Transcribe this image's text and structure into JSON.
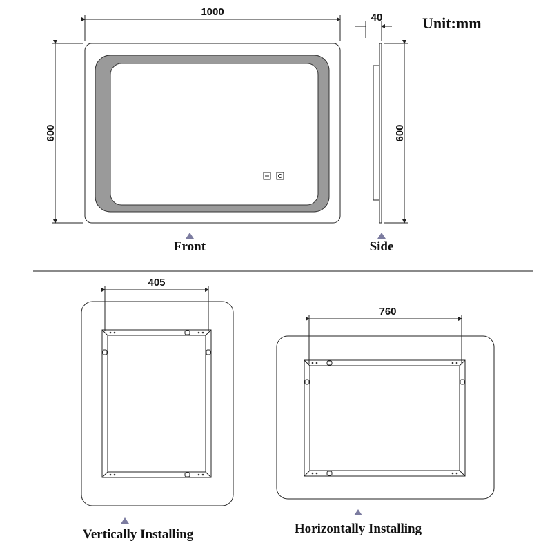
{
  "unit_label": "Unit:mm",
  "front": {
    "width_label": "1000",
    "height_label": "600",
    "caption": "Front",
    "touch_icons": [
      "dimmer-icon",
      "power-icon"
    ]
  },
  "side": {
    "depth_label": "40",
    "height_label": "600",
    "caption": "Side"
  },
  "vertical": {
    "spacing_label": "405",
    "caption": "Vertically Installing"
  },
  "horizontal": {
    "spacing_label": "760",
    "caption": "Horizontally Installing"
  },
  "colors": {
    "led_band": "#9a9a9a",
    "marker": "#7c7ca0"
  }
}
